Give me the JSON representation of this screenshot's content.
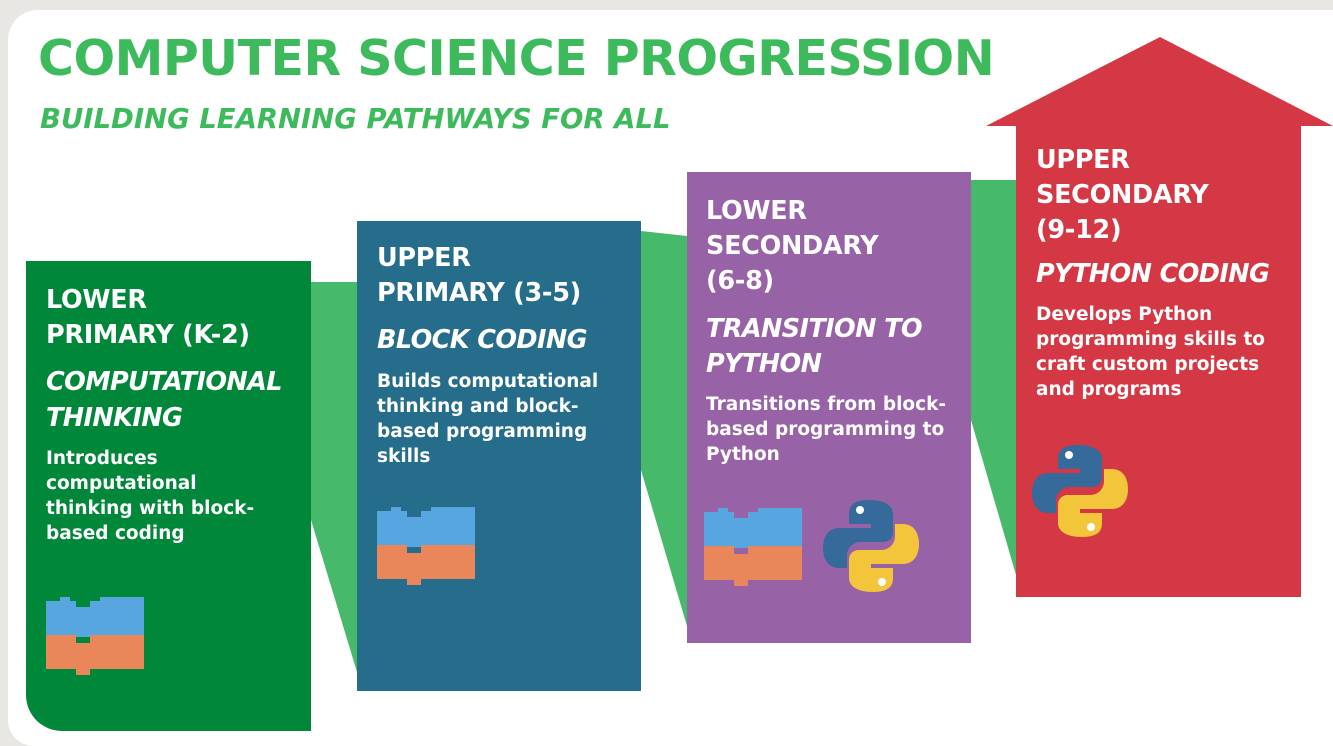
{
  "header": {
    "title": "COMPUTER SCIENCE PROGRESSION",
    "subtitle": "BUILDING LEARNING PATHWAYS FOR ALL"
  },
  "stages": [
    {
      "label_lines": [
        "LOWER",
        "PRIMARY (K-2)"
      ],
      "subject_lines": [
        "COMPUTATIONAL",
        "THINKING"
      ],
      "description_lines": [
        "Introduces",
        "computational",
        "thinking with block-",
        "based coding"
      ],
      "icons": [
        "block-coding-icon"
      ],
      "color": "#008739"
    },
    {
      "label_lines": [
        "UPPER",
        "PRIMARY (3-5)"
      ],
      "subject_lines": [
        "BLOCK CODING"
      ],
      "description_lines": [
        "Builds computational",
        "thinking and block-",
        "based programming",
        "skills"
      ],
      "icons": [
        "block-coding-icon"
      ],
      "color": "#266d8b"
    },
    {
      "label_lines": [
        "LOWER",
        "SECONDARY",
        "(6-8)"
      ],
      "subject_lines": [
        "TRANSITION TO",
        "PYTHON"
      ],
      "description_lines": [
        "Transitions from block-",
        "based programming to",
        "Python"
      ],
      "icons": [
        "block-coding-icon",
        "python-logo-icon"
      ],
      "color": "#9862a7"
    },
    {
      "label_lines": [
        "UPPER",
        "SECONDARY",
        "(9-12)"
      ],
      "subject_lines": [
        "PYTHON CODING"
      ],
      "description_lines": [
        "Develops Python",
        "programming skills to",
        "craft custom projects",
        "and programs"
      ],
      "icons": [
        "python-logo-icon"
      ],
      "color": "#d53845"
    }
  ],
  "colors": {
    "brand_green": "#3dbb5c",
    "connector_green": "#46b96a",
    "block_blue": "#58a6e0",
    "block_orange": "#e9875a",
    "python_blue": "#356a9a",
    "python_yellow": "#f2c53b"
  }
}
